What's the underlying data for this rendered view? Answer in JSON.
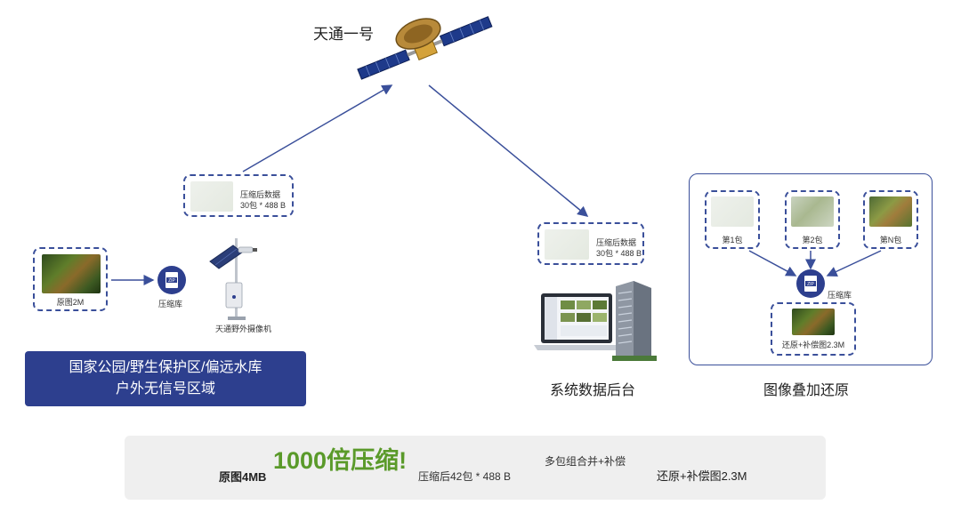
{
  "satellite": {
    "label": "天通一号"
  },
  "source": {
    "photo_label": "原图2M",
    "zip_label": "压缩库",
    "camera_label": "天通野外摄像机"
  },
  "upload_packet": {
    "line1": "压缩后数据",
    "line2": "30包 * 488 B"
  },
  "backend_packet": {
    "line1": "压缩后数据",
    "line2": "30包 * 488 B"
  },
  "region_box": {
    "line1": "国家公园/野生保护区/偏远水库",
    "line2": "户外无信号区域"
  },
  "backend": {
    "label": "系统数据后台"
  },
  "restore_panel": {
    "packets": [
      "第1包",
      "第2包",
      "第N包"
    ],
    "zip_label": "压缩库",
    "result_label": "还原+补偿图2.3M",
    "title": "图像叠加还原"
  },
  "bottom_bar": {
    "orig": "原图4MB",
    "headline": "1000倍压缩!",
    "compressed": "压缩后42包 * 488 B",
    "combine": "多包组合并+补偿",
    "restored": "还原+补偿图2.3M"
  },
  "colors": {
    "accent": "#2d3f8e",
    "headline_green": "#5a9a2a",
    "arrow": "#3a4f9a"
  }
}
